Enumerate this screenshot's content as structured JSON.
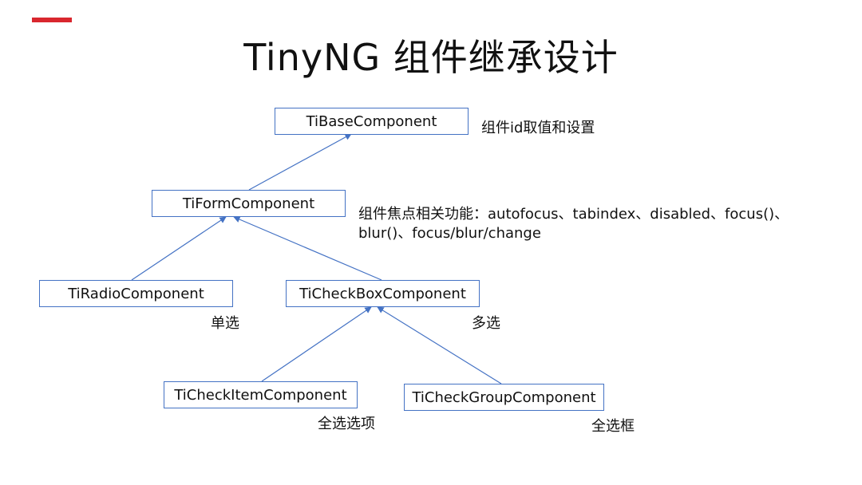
{
  "title": "TinyNG 组件继承设计",
  "colors": {
    "accent": "#d9272e",
    "node_border": "#4472c4",
    "connector": "#4472c4"
  },
  "nodes": {
    "base": {
      "label": "TiBaseComponent",
      "note": "组件id取值和设置"
    },
    "form": {
      "label": "TiFormComponent",
      "note_line1": "组件焦点相关功能：autofocus、tabindex、disabled、focus()、",
      "note_line2": "blur()、focus/blur/change"
    },
    "radio": {
      "label": "TiRadioComponent",
      "note": "单选"
    },
    "checkbox": {
      "label": "TiCheckBoxComponent",
      "note": "多选"
    },
    "checkitem": {
      "label": "TiCheckItemComponent",
      "note": "全选选项"
    },
    "checkgroup": {
      "label": "TiCheckGroupComponent",
      "note": "全选框"
    }
  },
  "edges": [
    {
      "from": "form",
      "to": "base"
    },
    {
      "from": "radio",
      "to": "form"
    },
    {
      "from": "checkbox",
      "to": "form"
    },
    {
      "from": "checkitem",
      "to": "checkbox"
    },
    {
      "from": "checkgroup",
      "to": "checkbox"
    }
  ]
}
